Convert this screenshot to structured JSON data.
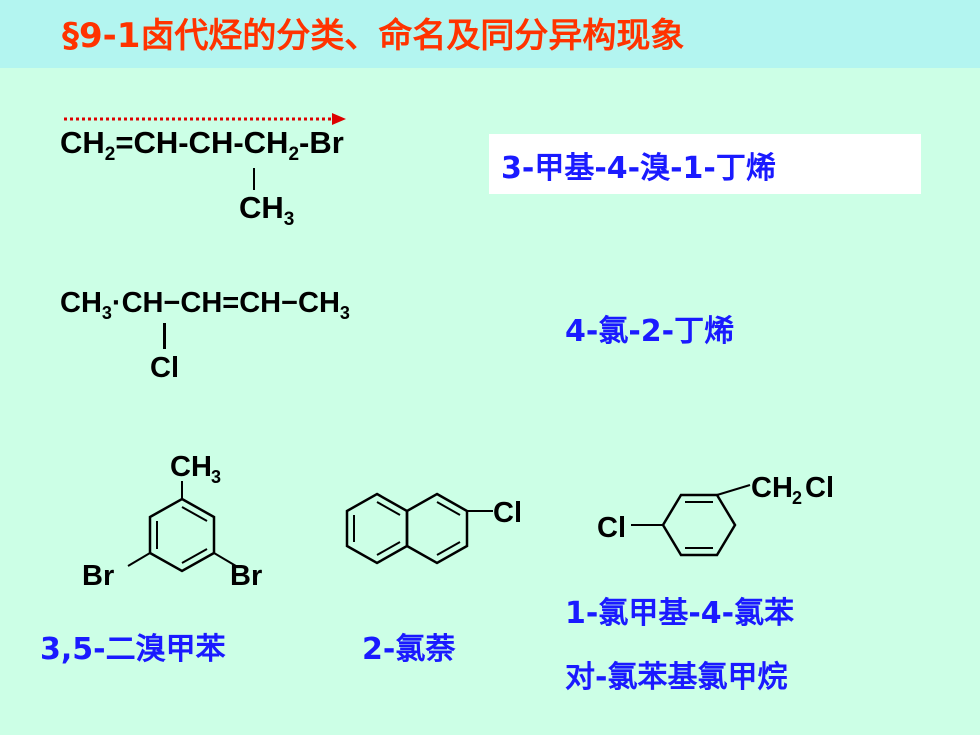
{
  "slide": {
    "title": "§9-1卤代烃的分类、命名及同分异构现象",
    "colors": {
      "title": "#ff3300",
      "name": "#1a1aff",
      "background": "#ccffe6",
      "title_bar": "#b3f5f0",
      "arrow": "#dd0000"
    }
  },
  "compound1": {
    "ch2": "CH",
    "ch2_sub": "2",
    "mid": "=CH-CH-CH",
    "ch2b_sub": "2",
    "br": "-Br",
    "branch_ch": "CH",
    "branch_sub": "3",
    "name": "3-甲基-4-溴-1-丁烯"
  },
  "compound2": {
    "ch3": "CH",
    "ch3_sub": "3",
    "chain": "·CH−CH=CH−CH",
    "end_sub": "3",
    "branch": "Cl",
    "name": "4-氯-2-丁烯"
  },
  "compound3": {
    "top": "CH",
    "top_sub": "3",
    "left": "Br",
    "right": "Br",
    "name": "3,5-二溴甲苯"
  },
  "compound4": {
    "sub": "Cl",
    "name": "2-氯萘"
  },
  "compound5": {
    "left": "Cl",
    "right": "CH",
    "right_sub": "2",
    "right_end": "Cl",
    "name_line1": "1-氯甲基-4-氯苯",
    "name_line2": "对-氯苯基氯甲烷"
  }
}
